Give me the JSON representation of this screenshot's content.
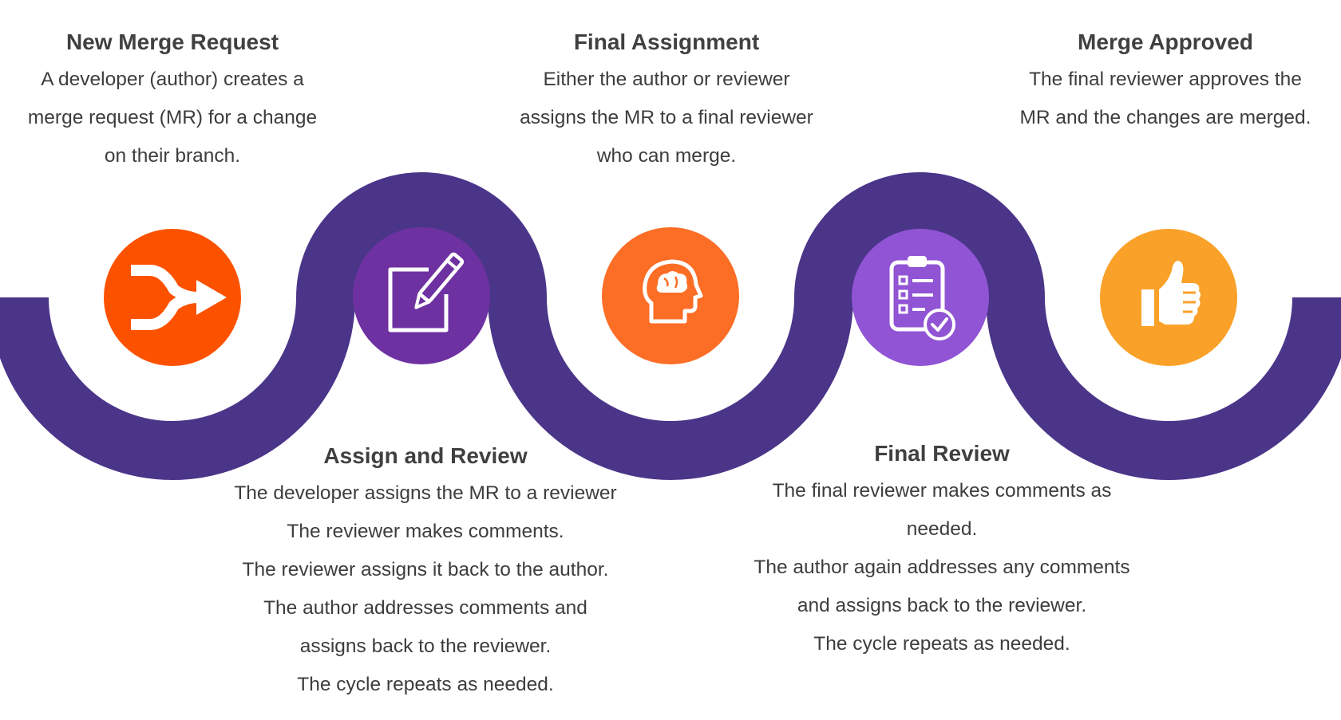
{
  "colors": {
    "wave": "#4b3589",
    "merge_circle": "#fc5200",
    "review_circle": "#6e31a1",
    "assign_circle": "#fc6d26",
    "final_review_circle": "#9054d4",
    "approve_circle": "#f9a128",
    "icon_white": "#ffffff"
  },
  "steps": [
    {
      "title": "New Merge Request",
      "lines": [
        "A developer (author) creates a",
        "merge request (MR) for a change",
        "on their branch."
      ],
      "icon": "merge-arrow-icon"
    },
    {
      "title": "Assign and Review",
      "lines": [
        "The developer assigns the MR to a reviewer",
        "The reviewer makes comments.",
        "The reviewer assigns it back to the author.",
        "The author addresses comments and",
        "assigns back to the reviewer.",
        "The cycle repeats as needed."
      ],
      "icon": "edit-pencil-icon"
    },
    {
      "title": "Final Assignment",
      "lines": [
        "Either the author or reviewer",
        "assigns the MR to a final reviewer",
        "who can merge."
      ],
      "icon": "brain-head-icon"
    },
    {
      "title": "Final Review",
      "lines": [
        "The final reviewer makes comments as",
        "needed.",
        "The author again addresses any comments",
        "and assigns back to the reviewer.",
        "The cycle repeats as needed."
      ],
      "icon": "checklist-clipboard-icon"
    },
    {
      "title": "Merge Approved",
      "lines": [
        "The final reviewer approves the",
        "MR and the changes are merged."
      ],
      "icon": "thumbs-up-icon"
    }
  ]
}
